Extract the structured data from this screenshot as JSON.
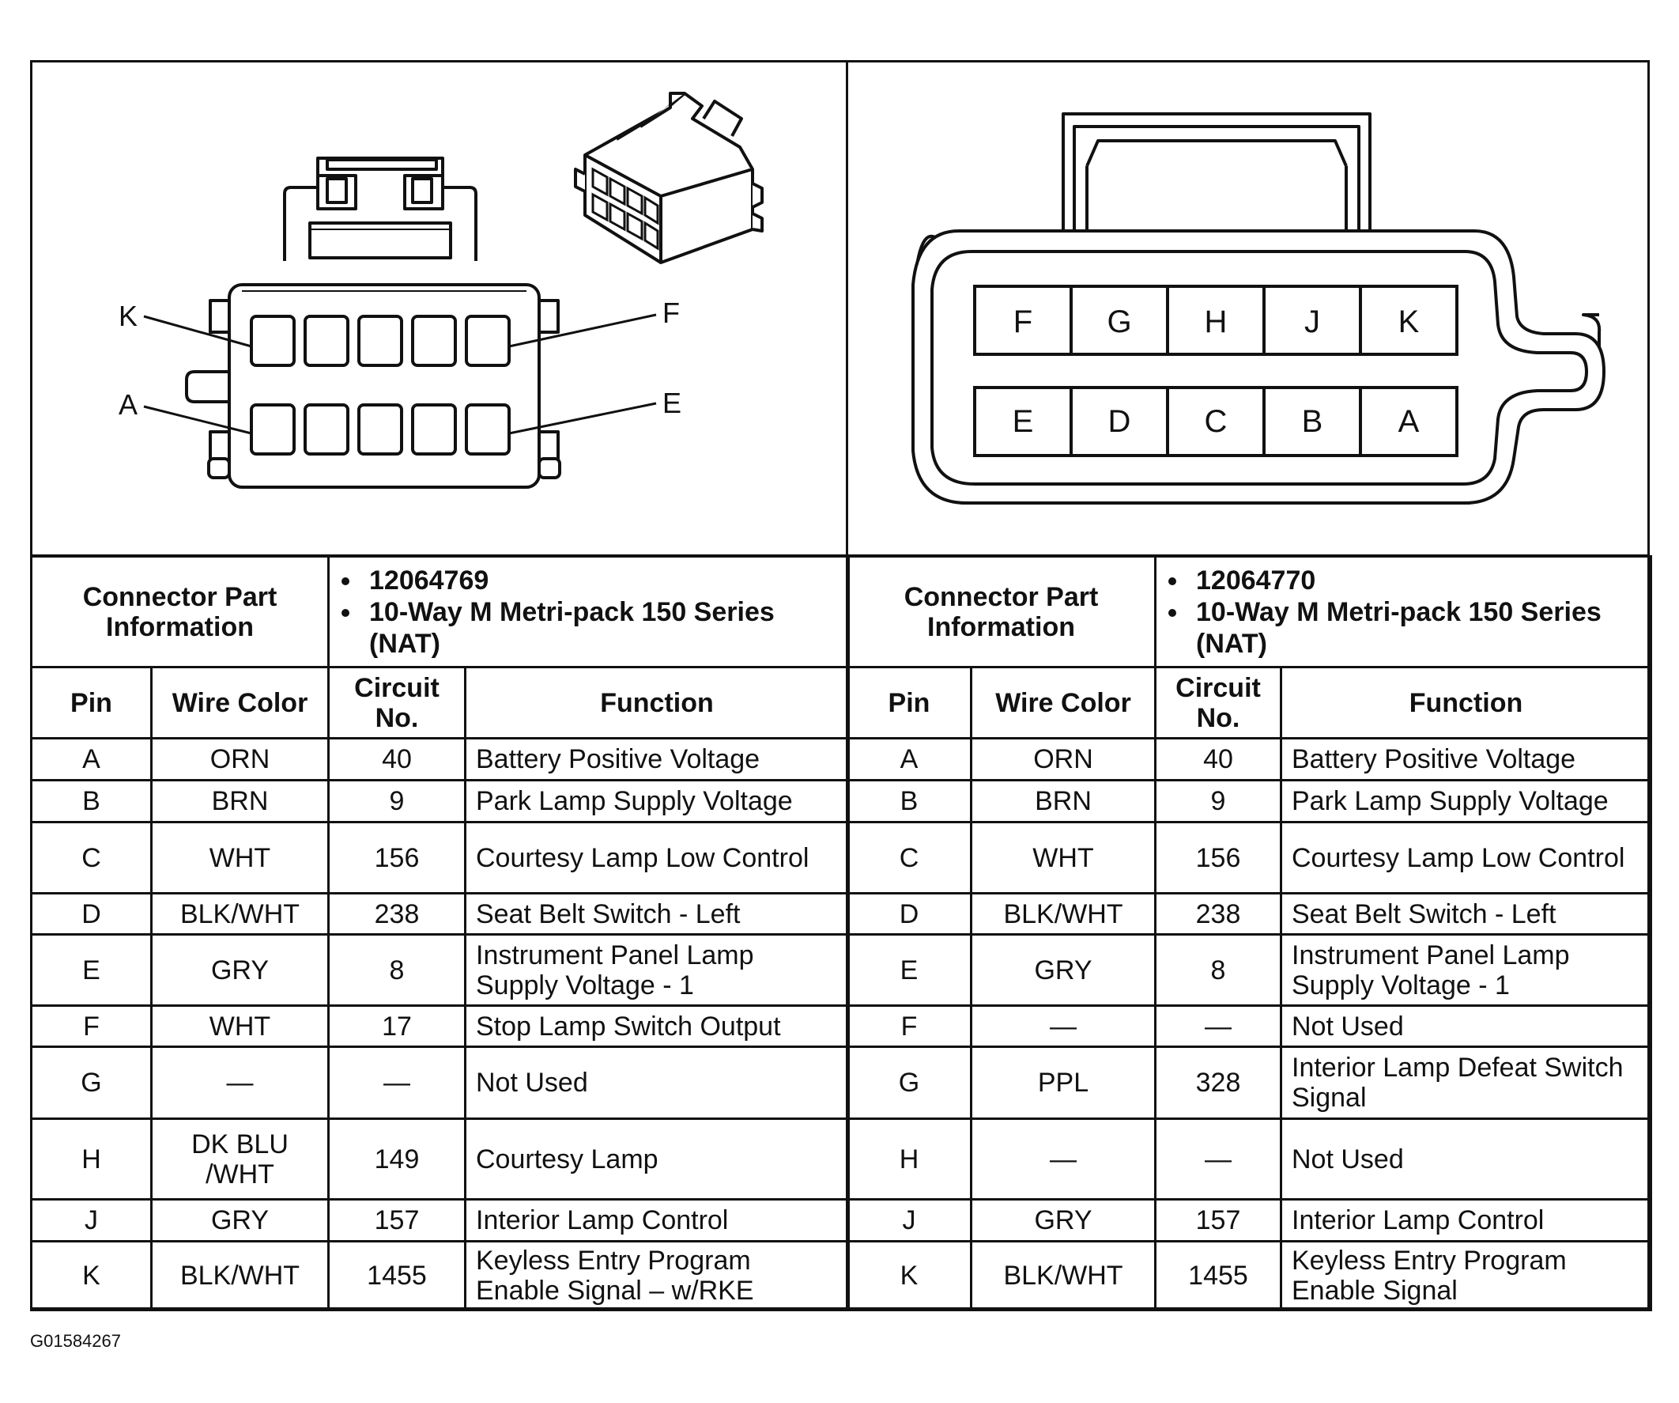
{
  "left_connector": {
    "pin_labels": {
      "top_left": "K",
      "top_right": "F",
      "bottom_left": "A",
      "bottom_right": "E"
    },
    "info_label": "Connector Part Information",
    "part_info": [
      "12064769",
      "10-Way M Metri-pack 150 Series (NAT)"
    ],
    "headers": {
      "pin": "Pin",
      "wire_color": "Wire Color",
      "circuit_no": "Circuit No.",
      "function": "Function"
    },
    "rows": [
      {
        "pin": "A",
        "wire": "ORN",
        "circuit": "40",
        "function": "Battery Positive Voltage"
      },
      {
        "pin": "B",
        "wire": "BRN",
        "circuit": "9",
        "function": "Park Lamp Supply Voltage"
      },
      {
        "pin": "C",
        "wire": "WHT",
        "circuit": "156",
        "function": "Courtesy Lamp Low Control"
      },
      {
        "pin": "D",
        "wire": "BLK/WHT",
        "circuit": "238",
        "function": "Seat Belt Switch - Left"
      },
      {
        "pin": "E",
        "wire": "GRY",
        "circuit": "8",
        "function": "Instrument Panel Lamp Supply Voltage - 1"
      },
      {
        "pin": "F",
        "wire": "WHT",
        "circuit": "17",
        "function": "Stop Lamp Switch Output"
      },
      {
        "pin": "G",
        "wire": "—",
        "circuit": "—",
        "function": "Not Used"
      },
      {
        "pin": "H",
        "wire": "DK BLU /WHT",
        "circuit": "149",
        "function": "Courtesy Lamp"
      },
      {
        "pin": "J",
        "wire": "GRY",
        "circuit": "157",
        "function": "Interior Lamp Control"
      },
      {
        "pin": "K",
        "wire": "BLK/WHT",
        "circuit": "1455",
        "function": "Keyless Entry Program Enable Signal – w/RKE"
      }
    ]
  },
  "right_connector": {
    "top_row_pins": [
      "F",
      "G",
      "H",
      "J",
      "K"
    ],
    "bottom_row_pins": [
      "E",
      "D",
      "C",
      "B",
      "A"
    ],
    "info_label": "Connector Part Information",
    "part_info": [
      "12064770",
      "10-Way M Metri-pack 150 Series (NAT)"
    ],
    "headers": {
      "pin": "Pin",
      "wire_color": "Wire Color",
      "circuit_no": "Circuit No.",
      "function": "Function"
    },
    "rows": [
      {
        "pin": "A",
        "wire": "ORN",
        "circuit": "40",
        "function": "Battery Positive Voltage"
      },
      {
        "pin": "B",
        "wire": "BRN",
        "circuit": "9",
        "function": "Park Lamp Supply Voltage"
      },
      {
        "pin": "C",
        "wire": "WHT",
        "circuit": "156",
        "function": "Courtesy Lamp Low Control"
      },
      {
        "pin": "D",
        "wire": "BLK/WHT",
        "circuit": "238",
        "function": "Seat Belt Switch - Left"
      },
      {
        "pin": "E",
        "wire": "GRY",
        "circuit": "8",
        "function": "Instrument Panel Lamp Supply Voltage - 1"
      },
      {
        "pin": "F",
        "wire": "—",
        "circuit": "—",
        "function": "Not Used"
      },
      {
        "pin": "G",
        "wire": "PPL",
        "circuit": "328",
        "function": "Interior Lamp Defeat Switch Signal"
      },
      {
        "pin": "H",
        "wire": "—",
        "circuit": "—",
        "function": "Not Used"
      },
      {
        "pin": "J",
        "wire": "GRY",
        "circuit": "157",
        "function": "Interior Lamp Control"
      },
      {
        "pin": "K",
        "wire": "BLK/WHT",
        "circuit": "1455",
        "function": "Keyless Entry Program Enable Signal"
      }
    ]
  },
  "figure_id": "G01584267"
}
